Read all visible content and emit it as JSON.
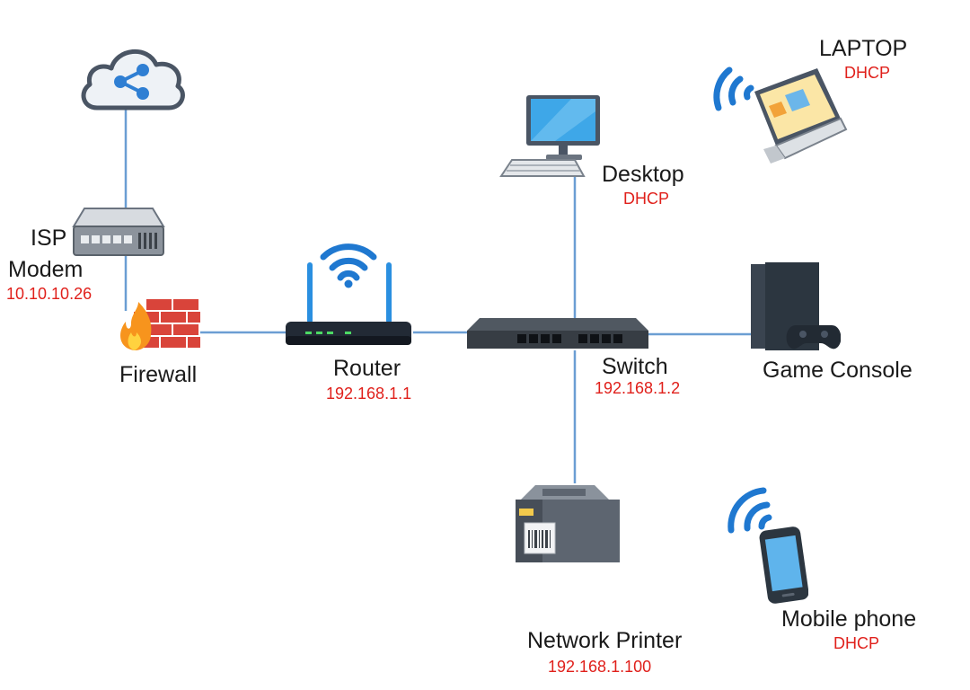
{
  "colors": {
    "link": "#6b9ed3",
    "address_text": "#e0201b",
    "label_text": "#1a1a1a",
    "wifi": "#1f78d0",
    "screen": "#3ea7e8",
    "brick": "#d9443a",
    "flame": "#f7941d"
  },
  "nodes": {
    "cloud": {
      "icon": "cloud-share-icon"
    },
    "modem": {
      "name_line1": "ISP",
      "name_line2": "Modem",
      "address": "10.10.10.26",
      "icon": "modem-icon"
    },
    "firewall": {
      "name": "Firewall",
      "icon": "firewall-icon"
    },
    "router": {
      "name": "Router",
      "address": "192.168.1.1",
      "icon": "router-icon"
    },
    "switch": {
      "name": "Switch",
      "address": "192.168.1.2",
      "icon": "switch-icon"
    },
    "desktop": {
      "name": "Desktop",
      "address": "DHCP",
      "icon": "desktop-icon"
    },
    "laptop": {
      "name": "LAPTOP",
      "address": "DHCP",
      "icon": "laptop-icon"
    },
    "console": {
      "name": "Game Console",
      "icon": "game-console-icon"
    },
    "printer": {
      "name": "Network Printer",
      "address": "192.168.1.100",
      "icon": "printer-icon"
    },
    "phone": {
      "name": "Mobile phone",
      "address": "DHCP",
      "icon": "mobile-phone-icon"
    }
  },
  "links": [
    {
      "from": "cloud",
      "to": "modem"
    },
    {
      "from": "modem",
      "to": "firewall"
    },
    {
      "from": "firewall",
      "to": "router"
    },
    {
      "from": "router",
      "to": "switch"
    },
    {
      "from": "switch",
      "to": "desktop"
    },
    {
      "from": "switch",
      "to": "console"
    },
    {
      "from": "switch",
      "to": "printer"
    }
  ]
}
